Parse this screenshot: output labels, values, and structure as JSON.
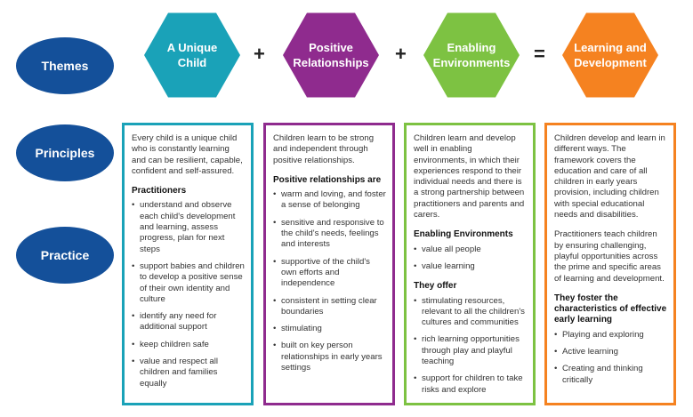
{
  "rows": {
    "themes": "Themes",
    "principles": "Principles",
    "practice": "Practice"
  },
  "colors": {
    "navy": "#14509a",
    "teal": "#1aa2b8",
    "purple": "#8f2b8e",
    "green": "#7dc242",
    "orange": "#f58220"
  },
  "themes": [
    {
      "label": "A Unique Child"
    },
    {
      "label": "Positive Relationships"
    },
    {
      "label": "Enabling Environments"
    },
    {
      "label": "Learning and Development"
    }
  ],
  "operators": [
    "+",
    "+",
    "="
  ],
  "columns": {
    "unique_child": {
      "principle": "Every child is a unique child who is constantly learning and can be resilient, capable, confident and self-assured.",
      "heading": "Practitioners",
      "items": [
        "understand and observe each child's development and learning, assess progress, plan for next steps",
        "support babies and children to develop a positive sense of their own identity and culture",
        "identify any need for additional support",
        "keep children safe",
        "value and respect all children and families equally"
      ]
    },
    "positive_relationships": {
      "principle": "Children learn to be strong and independent through positive relationships.",
      "heading": "Positive relationships are",
      "items": [
        "warm and loving, and foster a sense of belonging",
        "sensitive and responsive to the child's needs, feelings and interests",
        "supportive of the child's own efforts and independence",
        "consistent in setting clear boundaries",
        "stimulating",
        "built on key person relationships in early years settings"
      ]
    },
    "enabling_environments": {
      "principle": "Children learn and develop well in enabling environments, in which their experiences respond to their individual needs and there is a strong partnership between practitioners and parents and carers.",
      "heading1": "Enabling Environments",
      "items1": [
        "value all people",
        "value learning"
      ],
      "heading2": "They offer",
      "items2": [
        "stimulating resources, relevant to all the children's cultures and communities",
        "rich learning opportunities through play and playful teaching",
        "support for children to take risks and explore"
      ]
    },
    "learning_development": {
      "principle": "Children develop and learn in different ways. The framework covers the education and care of all children in early years provision, including children with special educational needs and disabilities.",
      "practice": "Practitioners teach children by ensuring challenging, playful opportunities across the prime and specific areas of learning and development.",
      "heading": "They foster the characteristics of effective early learning",
      "items": [
        "Playing and exploring",
        "Active learning",
        "Creating and thinking critically"
      ]
    }
  }
}
